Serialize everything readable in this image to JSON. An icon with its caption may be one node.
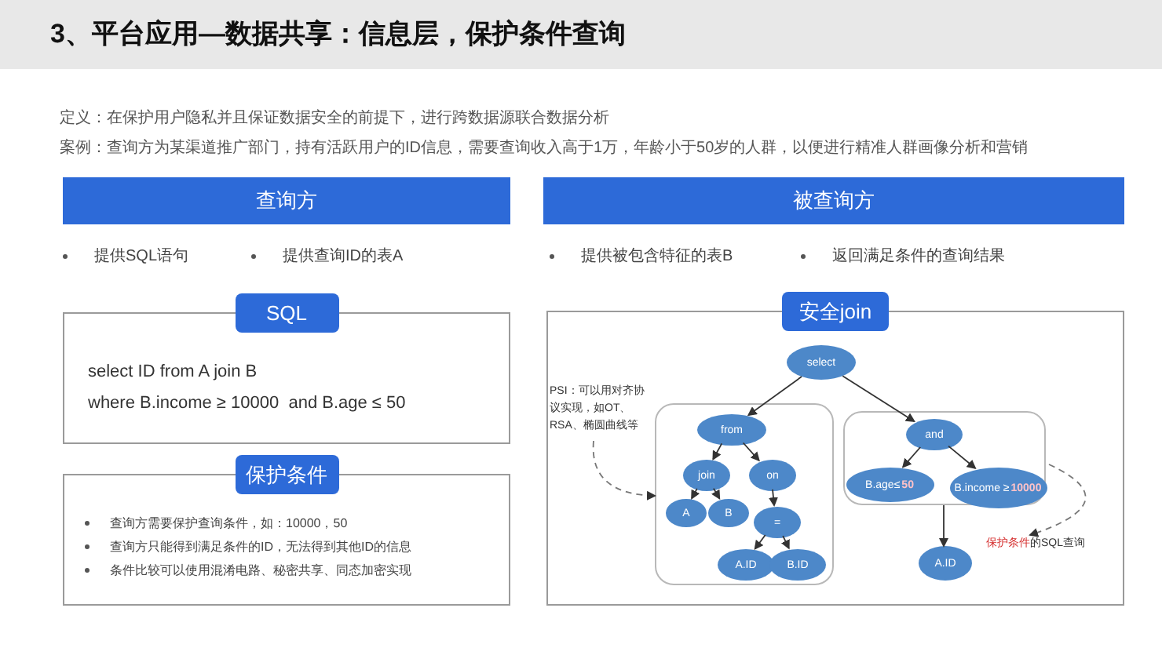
{
  "diagram": {
    "title": "3、平台应用—数据共享：信息层，保护条件查询",
    "nodes": [
      {
        "text": [
          "查询方"
        ]
      },
      {
        "text": [
          "被查询方"
        ]
      },
      {
        "text": [
          "SQL",
          "select ID from A join B",
          "where B.income ≥ 10000  and B.age ≤ 50"
        ]
      },
      {
        "text": [
          "保护条件",
          "查询方需要保护查询条件，如：10000，50",
          "查询方只能得到满足条件的ID，无法得到其他ID的信息",
          "条件比较可以使用混淆电路、秘密共享、同态加密实现"
        ]
      },
      {
        "text": [
          "安全join"
        ]
      },
      {
        "text": [],
        "shape": "box",
        "in": 4
      },
      {
        "text": [],
        "shape": "box",
        "in": 4
      },
      {
        "text": [
          "select"
        ],
        "in": 4
      },
      {
        "text": [
          "from"
        ],
        "in": 5
      },
      {
        "text": [
          "join"
        ],
        "in": 5
      },
      {
        "text": [
          "on"
        ],
        "in": 5
      },
      {
        "text": [
          "A"
        ],
        "in": 5
      },
      {
        "text": [
          "B"
        ],
        "in": 5
      },
      {
        "text": [
          "="
        ],
        "in": 5
      },
      {
        "text": [
          "A.ID"
        ],
        "in": 5
      },
      {
        "text": [
          "B.ID"
        ],
        "in": 5
      },
      {
        "text": [
          "and"
        ],
        "in": 6
      },
      {
        "text": [
          "B.age≤",
          "50"
        ],
        "in": 6
      },
      {
        "text": [
          "B.income ≥",
          "10000"
        ],
        "in": 6
      },
      {
        "text": [
          "A.ID"
        ],
        "in": 4
      },
      {
        "text": [
          "PSI：可以用对齐协议实现，如OT、RSA、椭圆曲线等"
        ],
        "in": 4
      },
      {
        "text": [
          "保护条件",
          "的SQL查询"
        ],
        "in": 4
      }
    ],
    "edges": [
      {
        "from": 7,
        "to": 8,
        "arrow": "to"
      },
      {
        "from": 7,
        "to": 16,
        "arrow": "to"
      },
      {
        "from": 8,
        "to": 9,
        "arrow": "to"
      },
      {
        "from": 8,
        "to": 10,
        "arrow": "to"
      },
      {
        "from": 9,
        "to": 11,
        "arrow": "to"
      },
      {
        "from": 9,
        "to": 12,
        "arrow": "to"
      },
      {
        "from": 10,
        "to": 13,
        "arrow": "to"
      },
      {
        "from": 13,
        "to": 14,
        "arrow": "to"
      },
      {
        "from": 13,
        "to": 15,
        "arrow": "to"
      },
      {
        "from": 16,
        "to": 17,
        "arrow": "to"
      },
      {
        "from": 16,
        "to": 18,
        "arrow": "to"
      },
      {
        "from": 6,
        "to": 19,
        "arrow": "to"
      },
      {
        "from": 20,
        "to": 5,
        "arrow": "to",
        "style": "dashed"
      },
      {
        "from": 6,
        "to": 21,
        "arrow": "to",
        "style": "dashed"
      }
    ],
    "labels": [
      "定义：在保护用户隐私并且保证数据安全的前提下，进行跨数据源联合数据分析",
      "案例：查询方为某渠道推广部门，持有活跃用户的ID信息，需要查询收入高于1万，年龄小于50岁的人群，以便进行精准人群画像分析和营销",
      "提供SQL语句",
      "提供查询ID的表A",
      "提供被包含特征的表B",
      "返回满足条件的查询结果"
    ]
  }
}
